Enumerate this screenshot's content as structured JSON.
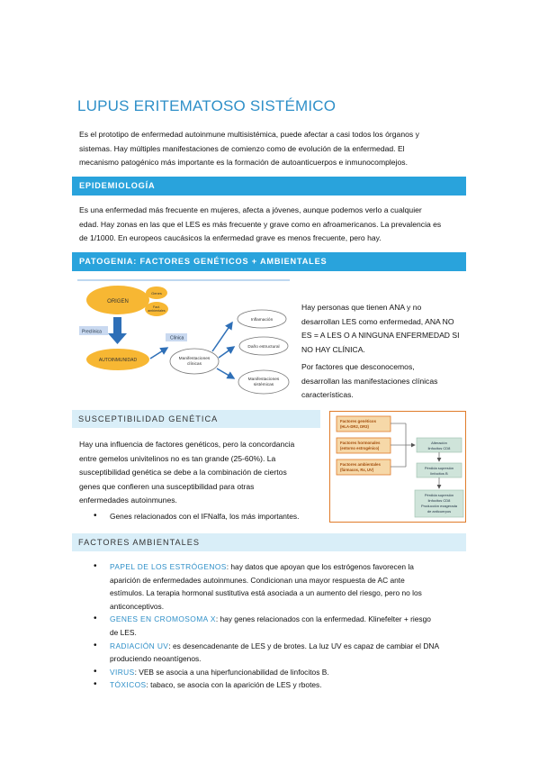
{
  "title": "LUPUS ERITEMATOSO SISTÉMICO",
  "intro": [
    "Es el prototipo de enfermedad autoinmune multisistémica, puede afectar a casi todos los órganos y",
    "sistemas. Hay múltiples manifestaciones de comienzo como de evolución de la enfermedad. El",
    "mecanismo patogénico más importante es la formación de autoanticuerpos e inmunocomplejos."
  ],
  "epidemiologia": {
    "heading": "EPIDEMIOLOGÍA",
    "lines": [
      "Es una enfermedad más frecuente en mujeres, afecta a jóvenes, aunque podemos verlo a cualquier",
      "edad. Hay zonas en las que el LES es más frecuente y grave como en afroamericanos. La prevalencia es",
      "de 1/1000. En europeos caucásicos la enfermedad grave es menos frecuente, pero hay."
    ]
  },
  "patogenia": {
    "heading": "PATOGENIA: FACTORES GENÉTICOS + AMBIENTALES",
    "diagram": {
      "origen": "ORIGEN",
      "genes": "Genes",
      "factores": [
        "Fact.",
        "ambientales"
      ],
      "preclinica": "Preclínica",
      "autoinmunidad": "AUTOINMUNIDAD",
      "clinica": "Clínica",
      "manifestaciones": [
        "Manifestaciones",
        "clínicas"
      ],
      "inflamacion": "Inflamación",
      "dano": "Daño estructural",
      "sistemicas": [
        "Manifestaciones",
        "sistémicas"
      ]
    },
    "side_lines_1": [
      "Hay personas que tienen ANA y no",
      "desarrollan LES como enfermedad, ANA NO",
      "ES = A LES O A NINGUNA ENFERMEDAD SI",
      "NO HAY CLÍNICA."
    ],
    "side_lines_2": [
      "Por factores que desconocemos,",
      "desarrollan las manifestaciones clínicas",
      "características."
    ]
  },
  "susceptibilidad": {
    "heading": "SUSCEPTIBILIDAD GENÉTICA",
    "lines": [
      "Hay una influencia de factores genéticos, pero la concordancia",
      "entre gemelos univitelinos no es tan grande (25-60%). La",
      "susceptibilidad genética se debe a la combinación de ciertos",
      "genes que confieren una susceptibilidad para otras",
      "enfermedades autoinmunes."
    ],
    "bullet": "Genes relacionados con el IFNalfa, los más importantes.",
    "figure": {
      "box1": [
        "Factores genéticos",
        "(HLA-DR2, DR3)"
      ],
      "box2": [
        "Factores hormonales",
        "(entorno estrogénico)"
      ],
      "box3": [
        "Factores ambientales",
        "(fármacos, Rx, UV)"
      ],
      "r1": [
        "Alteración",
        "linfocitos CD8"
      ],
      "r2": [
        "Pérdida supresión",
        "linfocitos B"
      ],
      "r3": [
        "Pérdida supresión",
        "linfocitos CD8",
        "Producción exagerada",
        "de anticuerpos"
      ]
    }
  },
  "ambientales": {
    "heading": "FACTORES AMBIENTALES",
    "items": [
      {
        "kw": "PAPEL DE LOS ESTRÓGENOS",
        "lines": [
          ": hay datos que apoyan que los estrógenos favorecen la",
          "aparición de enfermedades autoinmunes. Condicionan una mayor respuesta de AC ante",
          "estímulos. La terapia hormonal sustitutiva está asociada a un aumento del riesgo, pero no los",
          "anticonceptivos."
        ]
      },
      {
        "kw": "GENES EN CROMOSOMA X",
        "lines": [
          ": hay genes relacionados con la enfermedad. Klinefelter + riesgo",
          "de LES."
        ]
      },
      {
        "kw": "RADIACIÓN UV",
        "lines": [
          ": es desencadenante de LES y de brotes. La luz UV es capaz de cambiar el DNA",
          "produciendo neoantígenos."
        ]
      },
      {
        "kw": "VIRUS",
        "lines": [
          ": VEB se asocia a una hiperfuncionabilidad de linfocitos B."
        ]
      },
      {
        "kw": "TÓXICOS",
        "lines": [
          ": tabaco, se asocia con la aparición de LES y rbotes."
        ]
      }
    ]
  }
}
